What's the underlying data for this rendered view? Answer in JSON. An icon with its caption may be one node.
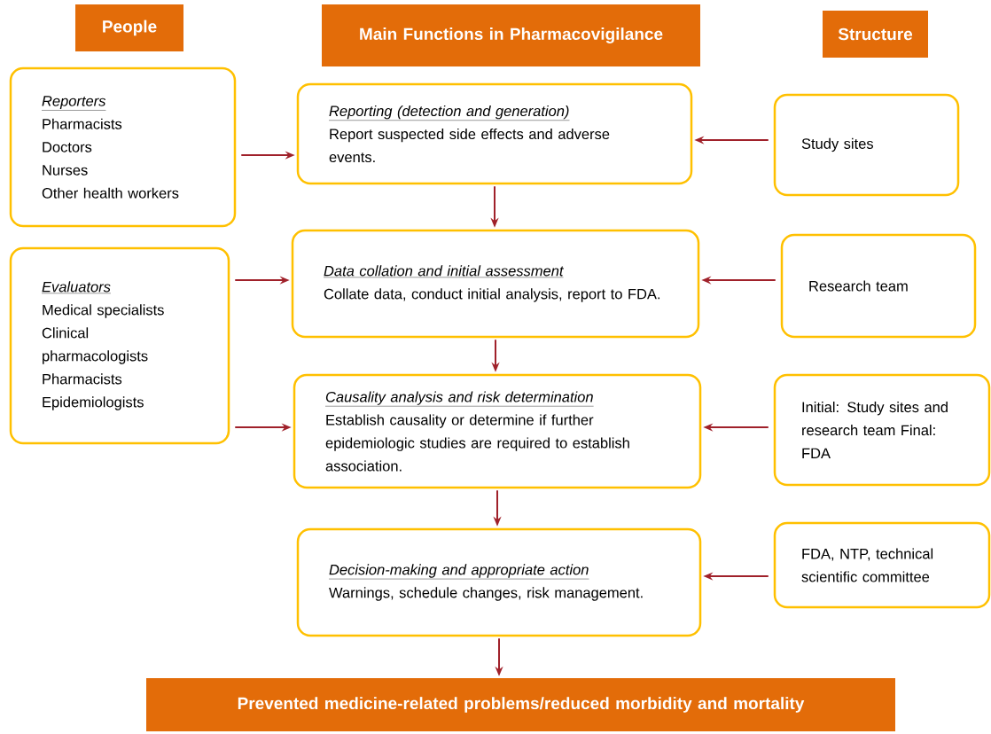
{
  "diagram": {
    "nodes": [
      {
        "text": [
          "People"
        ]
      },
      {
        "text": [
          "Main Functions in Pharmacovigilance"
        ]
      },
      {
        "text": [
          "Structure"
        ]
      },
      {
        "text": [
          "Reporters",
          "Pharmacists",
          "Doctors",
          "Nurses",
          "Other health workers"
        ]
      },
      {
        "text": [
          "Reporting (detection and generation)",
          "Report suspected side effects and adverse events."
        ]
      },
      {
        "text": [
          "Study sites"
        ]
      },
      {
        "text": [
          "Evaluators",
          "Medical specialists",
          "Clinical pharmacologists",
          "Pharmacists",
          "Epidemiologists"
        ]
      },
      {
        "text": [
          "Data collation and initial assessment",
          "Collate data, conduct initial analysis, report to FDA."
        ]
      },
      {
        "text": [
          "Research team"
        ]
      },
      {
        "text": [
          "Causality analysis and risk determination",
          "Establish causality or determine if further epidemiologic studies are required to establish association."
        ]
      },
      {
        "text": [
          "Initial: Study sites and research team Final: FDA"
        ]
      },
      {
        "text": [
          "Decision-making and appropriate action",
          "Warnings, schedule changes, risk management."
        ]
      },
      {
        "text": [
          "FDA, NTP, technical scientific committee"
        ]
      },
      {
        "text": [
          "Prevented medicine-related problems/reduced morbidity and mortality"
        ]
      }
    ],
    "edges": [
      {
        "from": 3,
        "to": 4,
        "arrow": "to"
      },
      {
        "from": 5,
        "to": 4,
        "arrow": "to"
      },
      {
        "from": 4,
        "to": 7,
        "arrow": "to"
      },
      {
        "from": 6,
        "to": 7,
        "arrow": "to"
      },
      {
        "from": 8,
        "to": 7,
        "arrow": "to"
      },
      {
        "from": 7,
        "to": 9,
        "arrow": "to"
      },
      {
        "from": 6,
        "to": 9,
        "arrow": "to"
      },
      {
        "from": 10,
        "to": 9,
        "arrow": "to"
      },
      {
        "from": 9,
        "to": 11,
        "arrow": "to"
      },
      {
        "from": 12,
        "to": 11,
        "arrow": "to"
      },
      {
        "from": 11,
        "to": 13,
        "arrow": "to"
      }
    ]
  }
}
